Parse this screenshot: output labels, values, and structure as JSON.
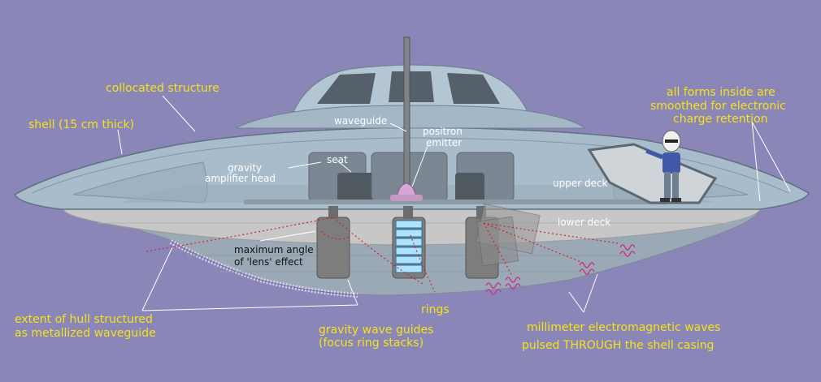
{
  "labels": {
    "collocated_structure": "collocated structure",
    "shell": "shell (15 cm thick)",
    "all_forms_1": "all forms inside are",
    "all_forms_2": "smoothed for electronic",
    "all_forms_3": "charge retention",
    "waveguide": "waveguide",
    "positron_1": "positron",
    "positron_2": "emitter",
    "seat": "seat",
    "gravity_amp_1": "gravity",
    "gravity_amp_2": "amplifier head",
    "upper_deck": "upper deck",
    "lower_deck": "lower deck",
    "max_angle_1": "maximum angle",
    "max_angle_2": "of 'lens' effect",
    "extent_1": "extent of hull structured",
    "extent_2": "as metallized waveguide",
    "rings": "rings",
    "gwg_1": "gravity wave guides",
    "gwg_2": "(focus ring stacks)",
    "mm_1": "millimeter electromagnetic waves",
    "mm_2": "pulsed THROUGH the shell casing"
  },
  "colors": {
    "background": "#8b86b8",
    "hull": "#a9bccb",
    "lower_deck": "#c7c7c7",
    "label_yellow": "#f4e21c",
    "wave_magenta": "#c23b8e",
    "dotted_red": "#d02525"
  }
}
